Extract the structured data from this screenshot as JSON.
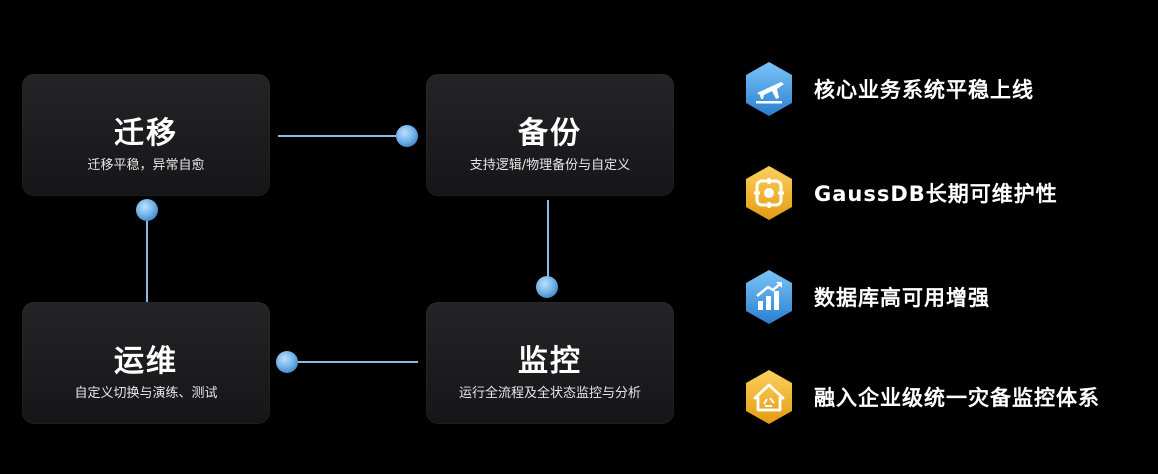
{
  "flow": {
    "migration": {
      "title": "迁移",
      "desc": "迁移平稳，异常自愈"
    },
    "backup": {
      "title": "备份",
      "desc": "支持逻辑/物理备份与自定义"
    },
    "ops": {
      "title": "运维",
      "desc": "自定义切换与演练、测试"
    },
    "monitor": {
      "title": "监控",
      "desc": "运行全流程及全状态监控与分析"
    }
  },
  "features": [
    {
      "label": "核心业务系统平稳上线",
      "icon": "airplane-takeoff-icon",
      "color": "#3aa0ec"
    },
    {
      "label": "GaussDB长期可维护性",
      "icon": "maintenance-icon",
      "color": "#f3b12c"
    },
    {
      "label": "数据库高可用增强",
      "icon": "growth-chart-icon",
      "color": "#3aa0ec"
    },
    {
      "label": "融入企业级统一灾备监控体系",
      "icon": "recycle-house-icon",
      "color": "#f3b12c"
    }
  ],
  "colors": {
    "background": "#000000",
    "card": "#1c1c1e",
    "connector": "#7fb2de",
    "node": "#6fb1e8"
  }
}
